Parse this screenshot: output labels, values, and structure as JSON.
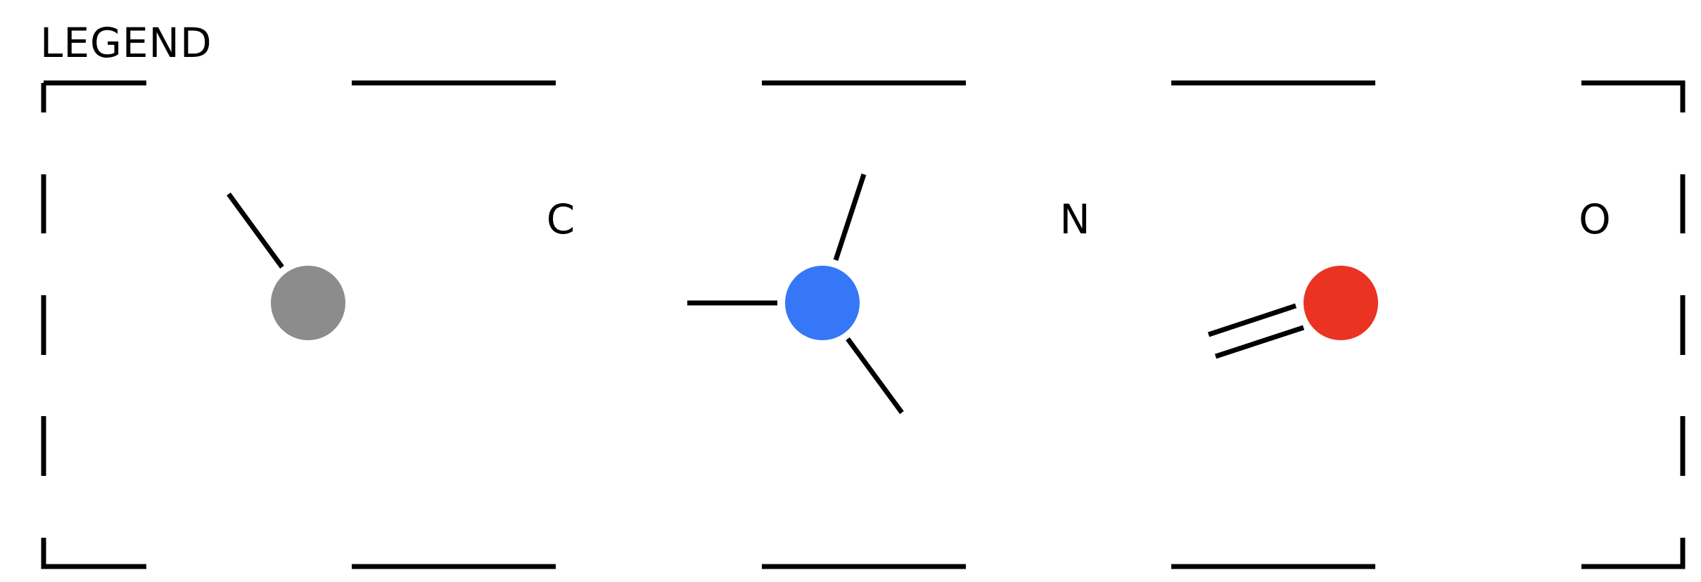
{
  "legend": {
    "title": "LEGEND",
    "entries": [
      {
        "label": "C",
        "atom_color": "#8c8c8c",
        "bond_style": "single",
        "bond_count": 1
      },
      {
        "label": "N",
        "atom_color": "#3577f6",
        "bond_style": "single",
        "bond_count": 3
      },
      {
        "label": "O",
        "atom_color": "#ea3323",
        "bond_style": "double",
        "bond_count": 1
      }
    ]
  },
  "colors": {
    "background": "#ffffff",
    "border": "#000000",
    "bond": "#000000",
    "text": "#000000"
  },
  "border": {
    "style": "dashed"
  }
}
